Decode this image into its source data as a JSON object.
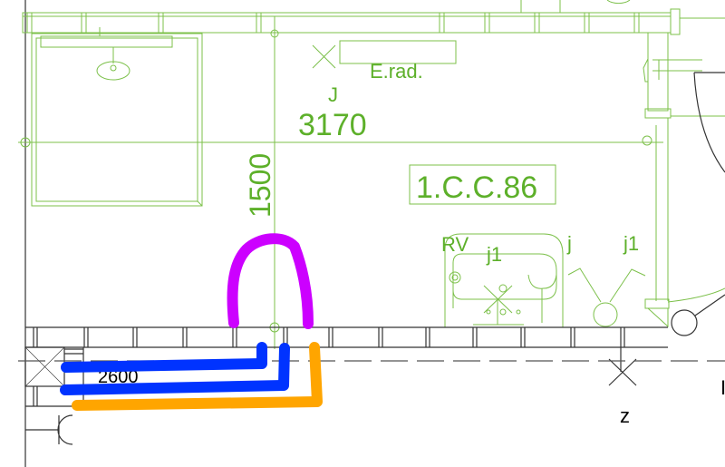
{
  "labels": {
    "radiator": "E.rad.",
    "j_upper": "J",
    "dimension_horizontal": "3170",
    "dimension_vertical": "1500",
    "room_id": "1.C.C.86",
    "rv": "RV",
    "j1_sink": "j1",
    "j": "j",
    "j1_right": "j1",
    "dimension_bottom": "2600",
    "z": "z",
    "edge_letter": "I"
  },
  "colors": {
    "plan_lines": "#7cc04a",
    "plan_text": "#5db02a",
    "markup_magenta": "#cc00ff",
    "markup_blue": "#0033ff",
    "markup_orange": "#ffa500"
  }
}
